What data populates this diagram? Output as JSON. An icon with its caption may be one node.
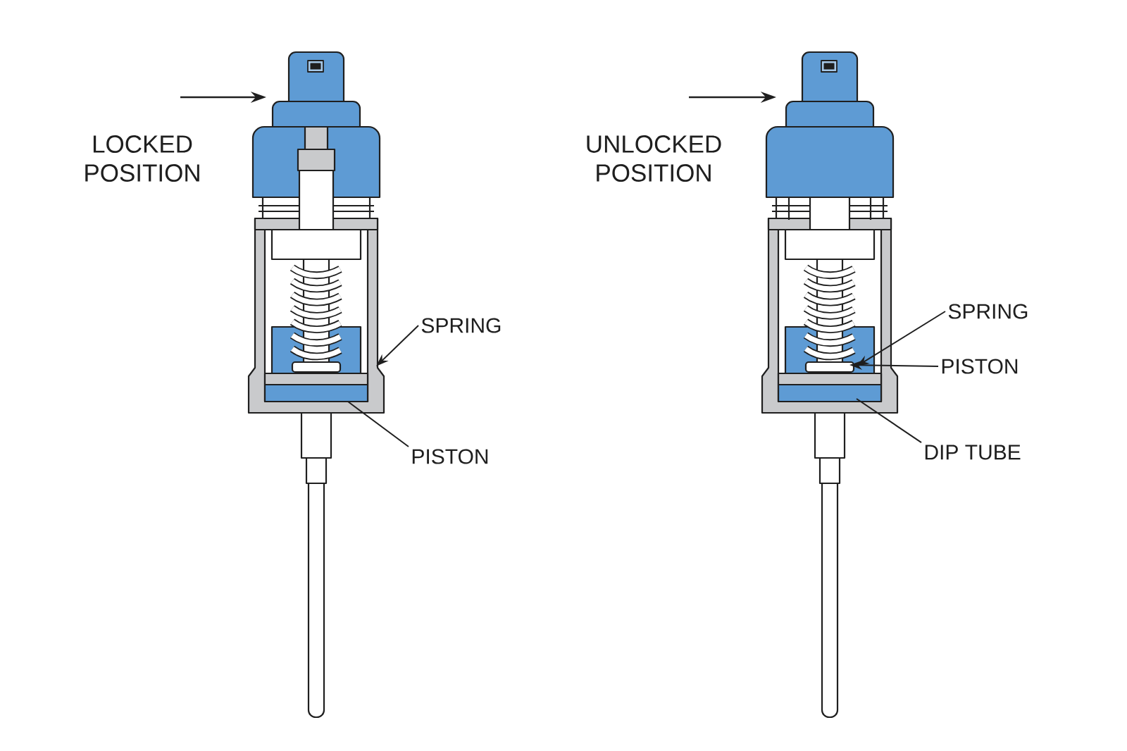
{
  "diagram": {
    "nodes": [
      {
        "text": [],
        "shape": "picture"
      },
      {
        "text": [
          "SPRING"
        ]
      },
      {
        "text": [
          "PISTON"
        ]
      },
      {
        "text": [],
        "shape": "picture"
      },
      {
        "text": [
          "SPRING"
        ]
      },
      {
        "text": [
          "PISTON"
        ]
      },
      {
        "text": [
          "DIP TUBE"
        ]
      }
    ],
    "edges": [
      {
        "from": null,
        "to": 0,
        "arrow": "to"
      },
      {
        "from": null,
        "to": 3,
        "arrow": "to"
      },
      {
        "from": 1,
        "to": 0,
        "arrow": "to"
      },
      {
        "from": 2,
        "to": 0,
        "arrow": "none"
      },
      {
        "from": 4,
        "to": 3,
        "arrow": "to"
      },
      {
        "from": 5,
        "to": 3,
        "arrow": "to"
      },
      {
        "from": 6,
        "to": 3,
        "arrow": "none"
      }
    ],
    "labels": [
      "LOCKED POSITION",
      "UNLOCKED POSITION"
    ]
  }
}
